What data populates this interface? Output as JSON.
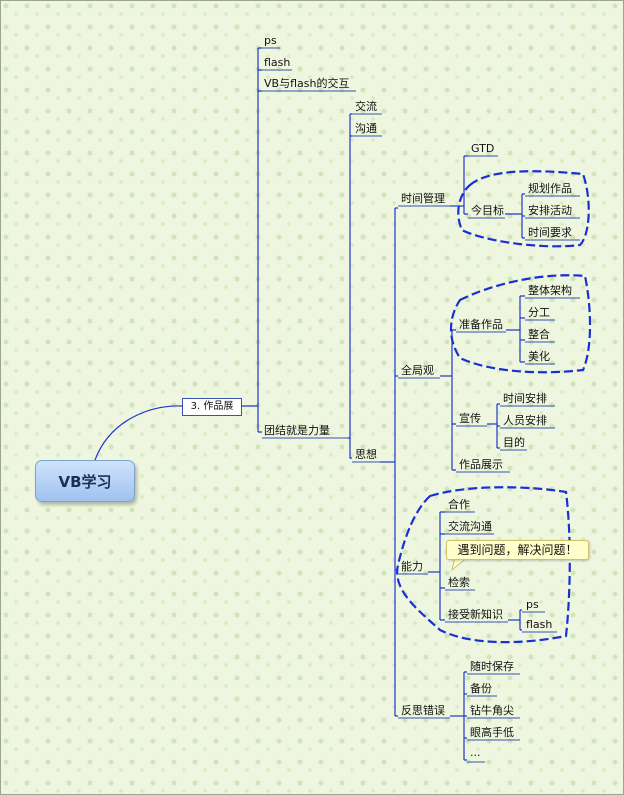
{
  "root": "VB学习",
  "works_label": "3. 作品展",
  "nodes": {
    "ps": "ps",
    "flash": "flash",
    "vb_flash": "VB与flash的交互",
    "teamwork": "团结就是力量",
    "exchange": "交流",
    "communicate": "沟通",
    "thought": "思想",
    "time_mgmt": "时间管理",
    "gtd": "GTD",
    "today_goal": "今目标",
    "plan_works": "规划作品",
    "arrange_activity": "安排活动",
    "time_req": "时间要求",
    "overall": "全局观",
    "prepare_works": "准备作品",
    "whole_arch": "整体架构",
    "division": "分工",
    "integrate": "整合",
    "beautify": "美化",
    "publicity": "宣传",
    "time_arrange": "时间安排",
    "staff_arrange": "人员安排",
    "purpose": "目的",
    "works_show": "作品展示",
    "ability": "能力",
    "cooperation": "合作",
    "exchange_comm": "交流沟通",
    "search": "检索",
    "accept_new": "接受新知识",
    "ps2": "ps",
    "flash2": "flash",
    "reflect": "反思错误",
    "save_anytime": "随时保存",
    "backup": "备份",
    "nitpick": "钻牛角尖",
    "high_low": "眼高手低",
    "ellipsis": "..."
  },
  "callout": "遇到问题，解决问题！",
  "colors": {
    "branch_line": "#1f38c8",
    "boundary": "#1a2fd4",
    "underline": "#3a52b0",
    "background": "#eef6df"
  }
}
